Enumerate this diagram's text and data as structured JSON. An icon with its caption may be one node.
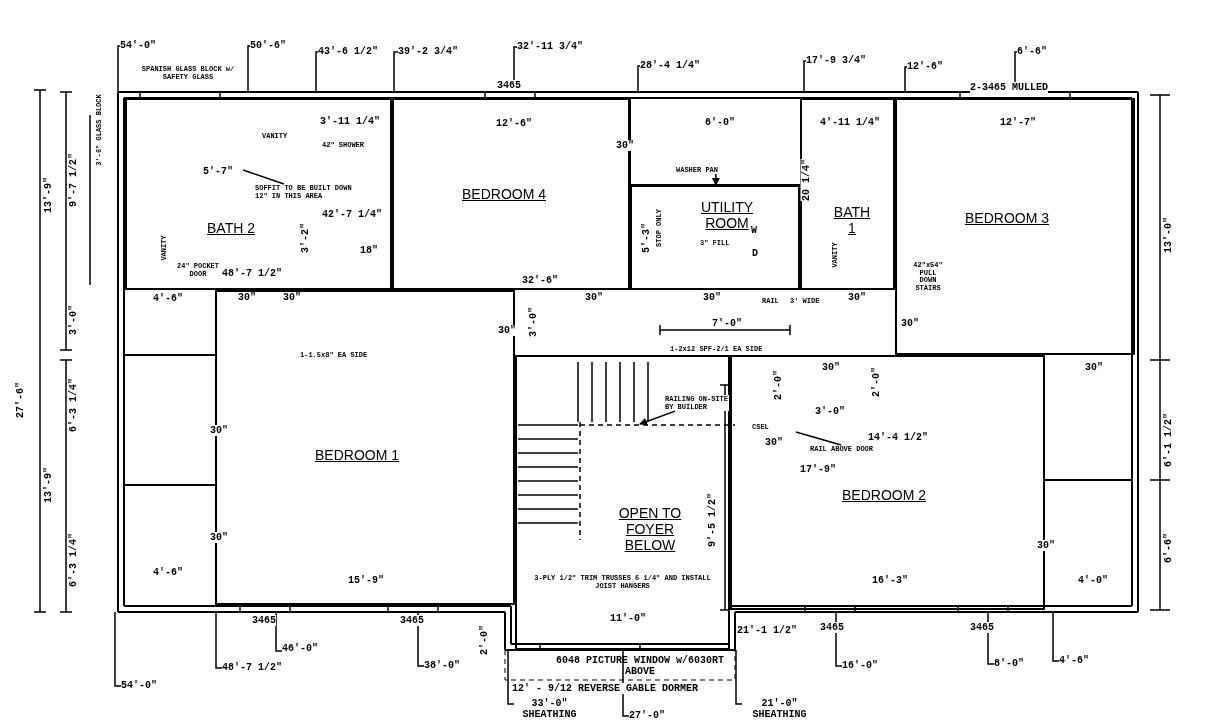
{
  "diagram": {
    "nodes": [
      {
        "text": [
          "BATH 2"
        ]
      },
      {
        "text": [
          "BEDROOM 4"
        ]
      },
      {
        "text": [
          "UTILITY ROOM"
        ]
      },
      {
        "text": [
          "BATH 1"
        ]
      },
      {
        "text": [
          "BEDROOM 3"
        ]
      },
      {
        "text": [
          "BEDROOM 1"
        ]
      },
      {
        "text": [
          "OPEN TO FOYER BELOW"
        ]
      },
      {
        "text": [
          "BEDROOM 2"
        ]
      },
      {
        "text": [
          "SOFFIT TO BE BUILT DOWN 12\" IN THIS AREA"
        ],
        "in": 0
      },
      {
        "text": [
          "WASHER PAN"
        ]
      },
      {
        "text": [
          "RAILING ON-SITE BY BUILDER"
        ],
        "in": 6
      },
      {
        "text": [
          "RAIL ABOVE DOOR"
        ],
        "in": 7
      }
    ],
    "edges": [
      {
        "from": 8,
        "to": null,
        "arrow": "none"
      },
      {
        "from": 9,
        "to": 2,
        "arrow": "to"
      },
      {
        "from": 10,
        "to": 6,
        "arrow": "to"
      },
      {
        "from": 11,
        "to": null,
        "arrow": "none"
      }
    ],
    "labels": [
      "54'-0\"",
      "50'-6\"",
      "SPANISH GLASS BLOCK w/ SAFETY GLASS",
      "43'-6 1/2\"",
      "39'-2 3/4\"",
      "32'-11 3/4\"",
      "3465",
      "28'-4 1/4\"",
      "17'-9 3/4\"",
      "12'-6\"",
      "2-3465 MULLED",
      "6'-6\"",
      "13'-9\"",
      "9'-7 1/2\"",
      "3'-6\" GLASS BLOCK",
      "5'-7\"",
      "VANITY",
      "3'-11 1/4\"",
      "42\" SHOWER",
      "42'-7 1/4\"",
      "3'-2\"",
      "18\"",
      "VANITY",
      "24\" POCKET DOOR",
      "48'-7 1/2\"",
      "4'-6\"",
      "30\"",
      "30\"",
      "12'-6\"",
      "30\"",
      "32'-6\"",
      "30\"",
      "3'-0\"",
      "30\"",
      "6'-0\"",
      "5'-3\"",
      "STOP ONLY",
      "W",
      "3\" FILL",
      "D",
      "30\"",
      "RAIL",
      "3' WIDE",
      "4'-11 1/4\"",
      "20 1/4\"",
      "VANITY",
      "30\"",
      "12'-7\"",
      "13'-0\"",
      "42\"x54\" PULL DOWN STAIRS",
      "30\"",
      "27'-6\"",
      "3'-0\"",
      "1-1.5x8\" EA SIDE",
      "30\"",
      "30\"",
      "7'-0\"",
      "1-2x12 SPF-2/1 EA SIDE",
      "2'-0\"",
      "2'-0\"",
      "3'-0\"",
      "6'-3 1/4\"",
      "30\"",
      "CSEL",
      "30\"",
      "14'-4 1/2\"",
      "17'-9\"",
      "13'-9\"",
      "6'-1 1/2\"",
      "9'-5 1/2\"",
      "30\"",
      "30\"",
      "6'-3 1/4\"",
      "6'-6\"",
      "3-PLY 1/2\" TRIM TRUSSES 6 1/4\" AND INSTALL JOIST HANGERS",
      "4'-6\"",
      "15'-9\"",
      "16'-3\"",
      "4'-0\"",
      "3465",
      "3465",
      "11'-0\"",
      "21'-1 1/2\"",
      "3465",
      "3465",
      "2'-0\"",
      "46'-0\"",
      "48'-7 1/2\"",
      "38'-0\"",
      "6048 PICTURE WINDOW w/6030RT ABOVE",
      "16'-0\"",
      "8'-0\"",
      "4'-6\"",
      "54'-0\"",
      "12' - 9/12 REVERSE GABLE DORMER",
      "33'-0\" SHEATHING",
      "27'-0\"",
      "21'-0\" SHEATHING"
    ]
  }
}
